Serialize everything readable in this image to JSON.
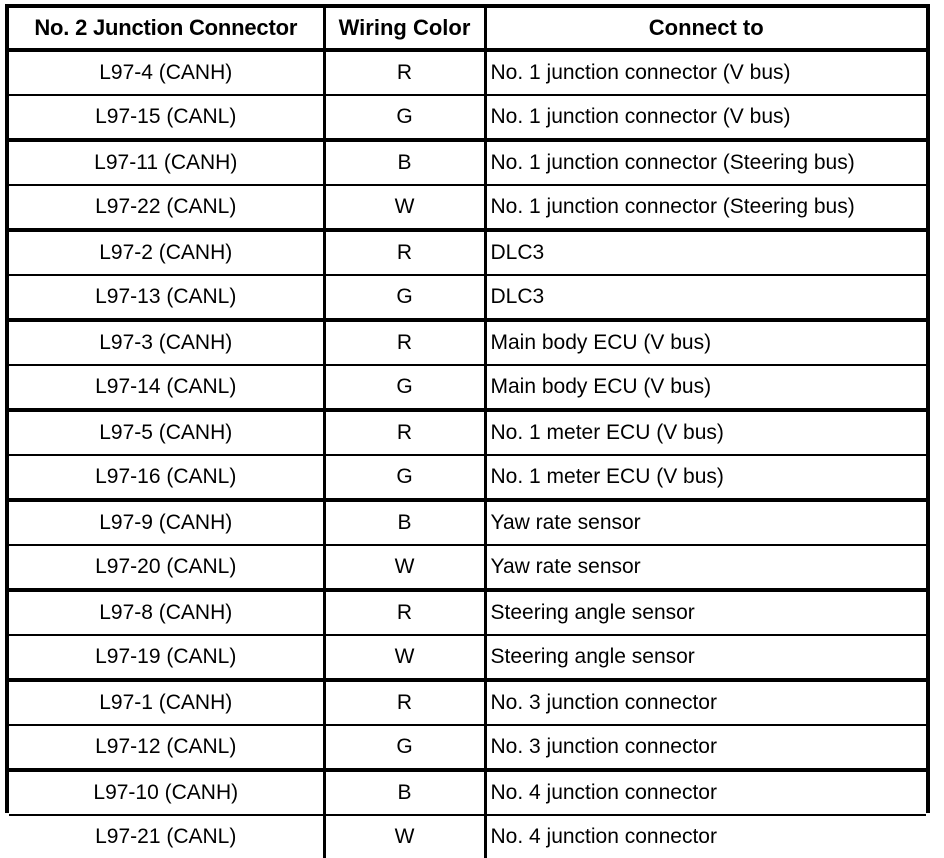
{
  "table": {
    "headers": {
      "connector": "No. 2 Junction Connector",
      "color": "Wiring Color",
      "target": "Connect to"
    },
    "rows": [
      {
        "connector": "L97-4 (CANH)",
        "color": "R",
        "target": "No. 1 junction connector (V bus)"
      },
      {
        "connector": "L97-15 (CANL)",
        "color": "G",
        "target": "No. 1 junction connector (V bus)"
      },
      {
        "connector": "L97-11 (CANH)",
        "color": "B",
        "target": "No. 1 junction connector (Steering bus)"
      },
      {
        "connector": "L97-22 (CANL)",
        "color": "W",
        "target": "No. 1 junction connector (Steering bus)"
      },
      {
        "connector": "L97-2 (CANH)",
        "color": "R",
        "target": "DLC3"
      },
      {
        "connector": "L97-13 (CANL)",
        "color": "G",
        "target": "DLC3"
      },
      {
        "connector": "L97-3 (CANH)",
        "color": "R",
        "target": "Main body ECU (V bus)"
      },
      {
        "connector": "L97-14 (CANL)",
        "color": "G",
        "target": "Main body ECU (V bus)"
      },
      {
        "connector": "L97-5 (CANH)",
        "color": "R",
        "target": "No. 1 meter ECU (V bus)"
      },
      {
        "connector": "L97-16 (CANL)",
        "color": "G",
        "target": "No. 1 meter ECU (V bus)"
      },
      {
        "connector": "L97-9 (CANH)",
        "color": "B",
        "target": "Yaw rate sensor"
      },
      {
        "connector": "L97-20 (CANL)",
        "color": "W",
        "target": "Yaw rate sensor"
      },
      {
        "connector": "L97-8 (CANH)",
        "color": "R",
        "target": "Steering angle sensor"
      },
      {
        "connector": "L97-19 (CANL)",
        "color": "W",
        "target": "Steering angle sensor"
      },
      {
        "connector": "L97-1 (CANH)",
        "color": "R",
        "target": "No. 3 junction connector"
      },
      {
        "connector": "L97-12 (CANL)",
        "color": "G",
        "target": "No. 3 junction connector"
      },
      {
        "connector": "L97-10 (CANH)",
        "color": "B",
        "target": "No. 4 junction connector"
      },
      {
        "connector": "L97-21 (CANL)",
        "color": "W",
        "target": "No. 4 junction connector"
      }
    ],
    "colors": {
      "rule": "#000000",
      "text": "#000000",
      "background": "#ffffff"
    }
  }
}
